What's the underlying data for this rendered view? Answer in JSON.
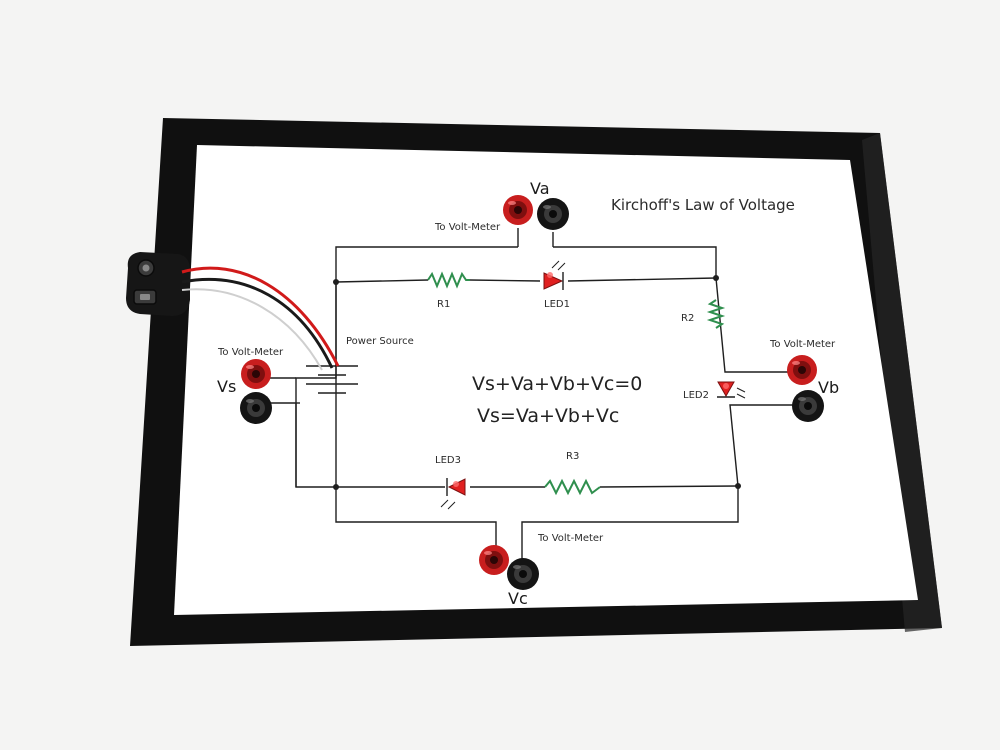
{
  "board": {
    "title": "Kirchoff's Law of Voltage",
    "equations": [
      "Vs+Va+Vb+Vc=0",
      "Vs=Va+Vb+Vc"
    ],
    "power_source_label": "Power Source",
    "meter_label": "To Volt-Meter",
    "components": {
      "r1": "R1",
      "r2": "R2",
      "r3": "R3",
      "led1": "LED1",
      "led2": "LED2",
      "led3": "LED3"
    },
    "terminals": {
      "va": "Va",
      "vb": "Vb",
      "vc": "Vc",
      "vs": "Vs"
    }
  },
  "colors": {
    "frame": "#111111",
    "paper": "#ffffff",
    "terminal_red": "#c81e1e",
    "terminal_black": "#141414",
    "resistor": "#2f8f4e",
    "led": "#e02020",
    "wire_red": "#d11a1a"
  }
}
